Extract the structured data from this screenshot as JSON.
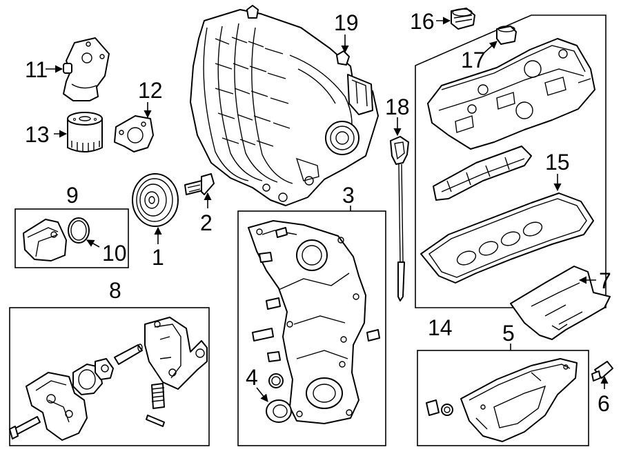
{
  "callouts": {
    "n1": "1",
    "n2": "2",
    "n3": "3",
    "n4": "4",
    "n5": "5",
    "n6": "6",
    "n7": "7",
    "n8": "8",
    "n9": "9",
    "n10": "10",
    "n11": "11",
    "n12": "12",
    "n13": "13",
    "n14": "14",
    "n15": "15",
    "n16": "16",
    "n17": "17",
    "n18": "18",
    "n19": "19"
  },
  "colors": {
    "line": "#000000",
    "background": "#ffffff"
  }
}
